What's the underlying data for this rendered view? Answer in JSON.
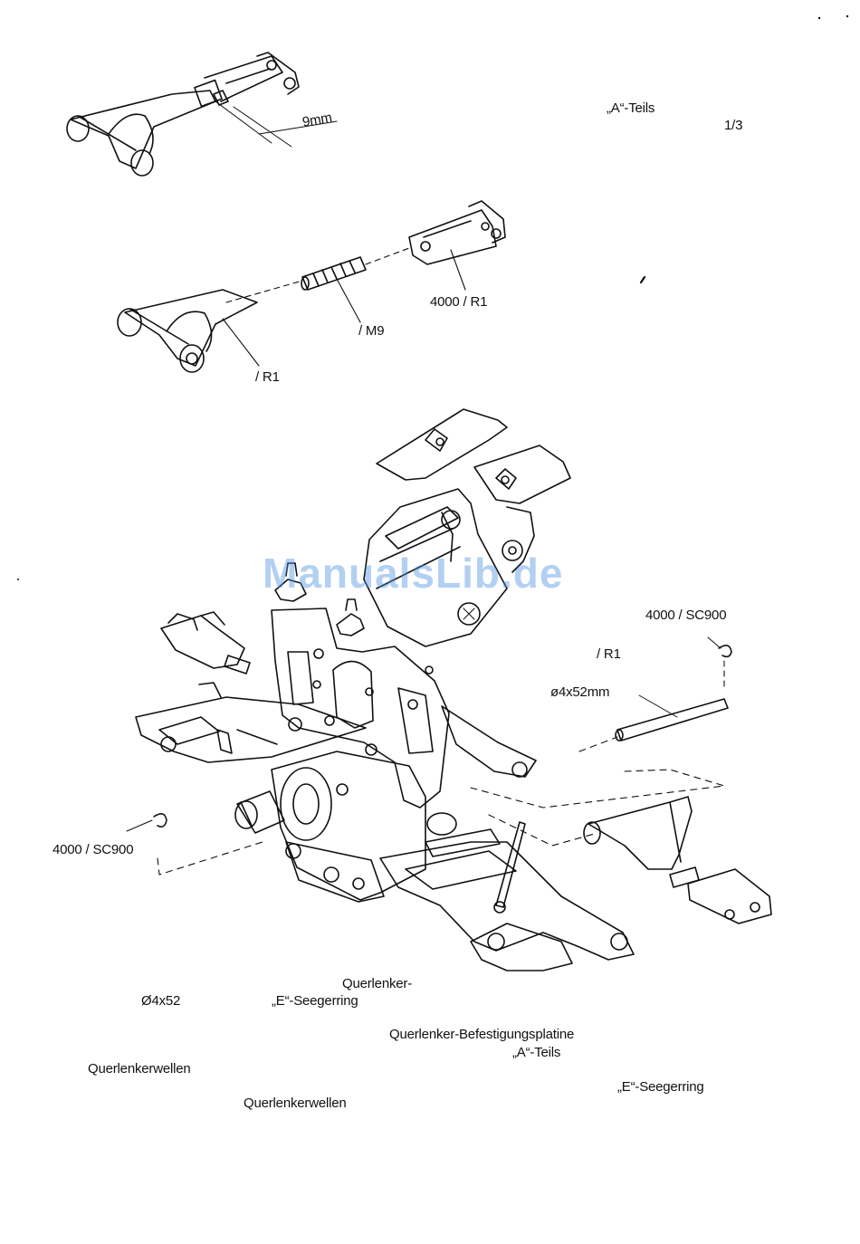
{
  "labels": {
    "dim_9mm": "9mm",
    "a_teils_top": "„A“-Teils",
    "fraction": "1/3",
    "part_4000_r1": "4000 / R1",
    "part_m9": "/ M9",
    "part_r1_lower": "/ R1",
    "sc900_right": "4000 / SC900",
    "r1_right": "/ R1",
    "shaft_dim": "ø4x52mm",
    "sc900_left": "4000 / SC900",
    "querlenker": "Querlenker-",
    "dim_4x52": "Ø4x52",
    "e_seegerring_1": "„E“-Seegerring",
    "befestigungsplatine": "Querlenker-Befestigungsplatine",
    "a_teils_bottom": "„A“-Teils",
    "querlenkerwellen_1": "Querlenkerwellen",
    "e_seegerring_2": "„E“-Seegerring",
    "querlenkerwellen_2": "Querlenkerwellen"
  },
  "watermark": "ManualsLib.de",
  "colors": {
    "line": "#111111",
    "watermark": "#4a90e2"
  }
}
